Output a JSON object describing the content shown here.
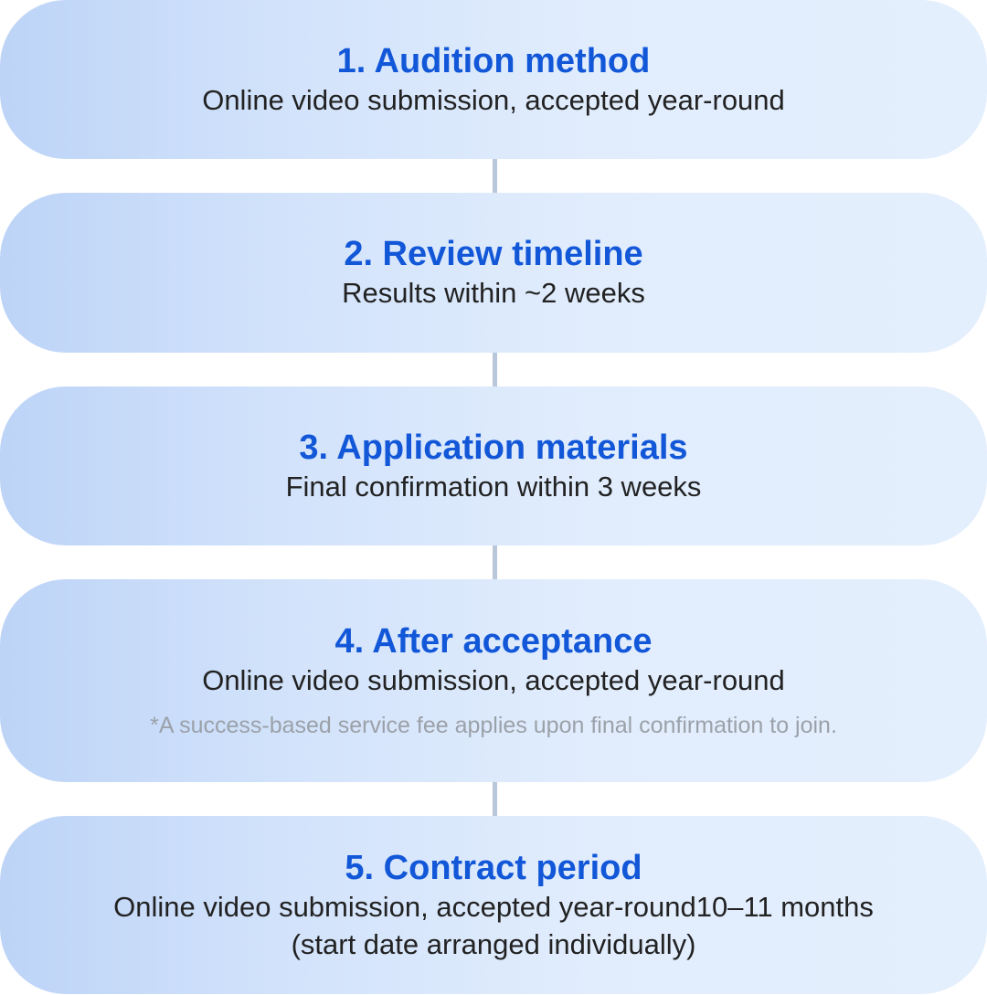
{
  "steps": [
    {
      "title": "1. Audition method",
      "lines": [
        "Online video submission, accepted year-round"
      ]
    },
    {
      "title": "2. Review timeline",
      "lines": [
        "Results within ~2 weeks"
      ]
    },
    {
      "title": "3. Application materials",
      "lines": [
        "Final confirmation within 3 weeks"
      ]
    },
    {
      "title": "4. After acceptance",
      "lines": [
        "Online video submission, accepted year-round"
      ],
      "note": "*A success-based service fee applies upon final confirmation to join."
    },
    {
      "title": "5. Contract period",
      "lines": [
        "Online video submission, accepted year-round10–11 months",
        "(start date arranged individually)"
      ]
    }
  ]
}
